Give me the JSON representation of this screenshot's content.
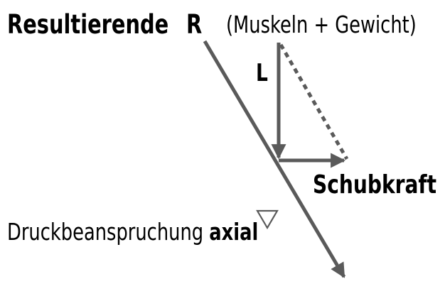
{
  "title": {
    "resultant": "Resultierende",
    "symbol": "R",
    "note": "(Muskeln + Gewicht)"
  },
  "vectors": {
    "vertical_label": "L",
    "shear_label": "Schubkraft"
  },
  "compression": {
    "text": "Druckbeanspruchung",
    "emphasis": "axial"
  },
  "colors": {
    "arrow": "#5a5a5a",
    "text": "#000000",
    "background": "#ffffff"
  },
  "icons": {
    "compression_marker": "triangle-down-outline"
  }
}
